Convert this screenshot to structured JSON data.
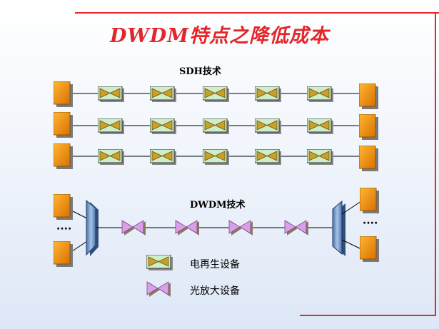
{
  "slide": {
    "title": "DWDM特点之降低成本",
    "sdh_label": "SDH技术",
    "dwdm_label": "DWDM技术",
    "ellipsis_left": "····",
    "ellipsis_right": "····",
    "legend": {
      "regenerator_label": "电再生设备",
      "amplifier_label": "光放大设备"
    },
    "colors": {
      "title": "#e3262c",
      "accent_line": "#e8262a",
      "terminal": "#f28c00",
      "regenerator_fill": "#cdeecb",
      "regenerator_bowtie": "#c9a02c",
      "amplifier_bowtie": "#d9a0e8",
      "mux": "#6f94c6"
    }
  }
}
